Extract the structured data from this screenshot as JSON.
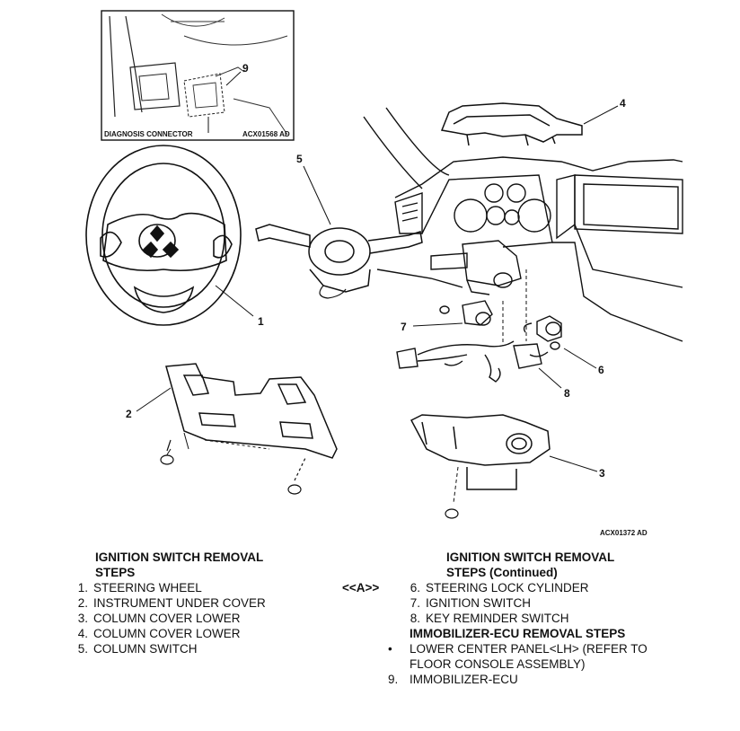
{
  "figure": {
    "inset_label": "DIAGNOSIS CONNECTOR",
    "inset_code": "ACX01568 AD",
    "figure_code": "ACX01372 AD",
    "callouts": [
      "1",
      "2",
      "3",
      "4",
      "5",
      "6",
      "7",
      "8",
      "9"
    ]
  },
  "left_section": {
    "heading_line1": "IGNITION SWITCH REMOVAL",
    "heading_line2": "STEPS",
    "steps": [
      {
        "num": "1.",
        "text": "STEERING WHEEL"
      },
      {
        "num": "2.",
        "text": "INSTRUMENT UNDER COVER"
      },
      {
        "num": "3.",
        "text": "COLUMN COVER LOWER"
      },
      {
        "num": "4.",
        "text": "COLUMN COVER LOWER"
      },
      {
        "num": "5.",
        "text": "COLUMN SWITCH"
      }
    ]
  },
  "middle_note": "<<A>>",
  "right_section": {
    "heading_line1": "IGNITION SWITCH REMOVAL",
    "heading_line2": "STEPS (Continued)",
    "steps": [
      {
        "num": "6.",
        "text": "STEERING LOCK CYLINDER"
      },
      {
        "num": "7.",
        "text": "IGNITION SWITCH"
      },
      {
        "num": "8.",
        "text": "KEY REMINDER SWITCH"
      }
    ],
    "immobilizer_heading": "IMMOBILIZER-ECU REMOVAL STEPS",
    "bullet_line1": "LOWER CENTER PANEL<LH> (REFER TO",
    "bullet_line2": "FLOOR CONSOLE ASSEMBLY)",
    "bullet_mark": "•",
    "last_num": "9.",
    "last_text": "IMMOBILIZER-ECU"
  }
}
